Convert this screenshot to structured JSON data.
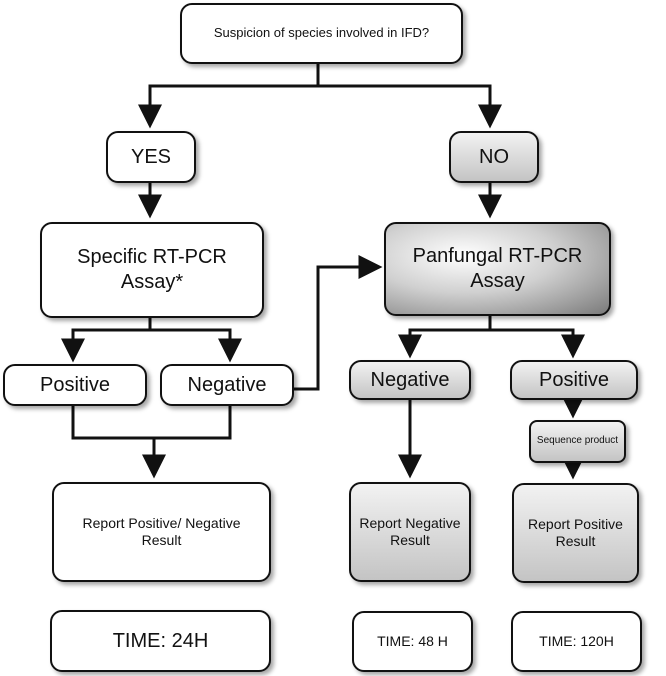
{
  "nodes": {
    "question": "Suspicion of species involved in IFD?",
    "yes": "YES",
    "no": "NO",
    "specific": "Specific RT-PCR Assay*",
    "panfungal": "Panfungal RT-PCR Assay",
    "pos_left": "Positive",
    "neg_left": "Negative",
    "neg_right": "Negative",
    "pos_right": "Positive",
    "sequence": "Sequence product",
    "report_left": "Report Positive/ Negative Result",
    "report_neg": "Report Negative Result",
    "report_pos": "Report Positive Result",
    "time_24": "TIME: 24H",
    "time_48": "TIME: 48 H",
    "time_120": "TIME: 120H"
  }
}
